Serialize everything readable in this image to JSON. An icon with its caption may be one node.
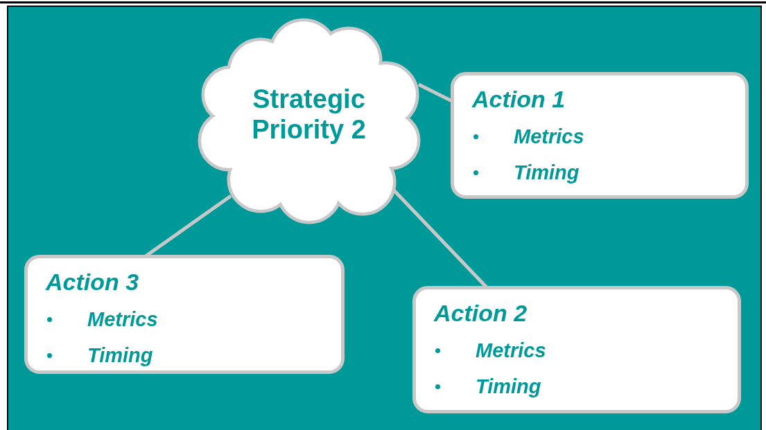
{
  "diagram": {
    "nodes": [
      {
        "text": [
          "Strategic Priority 2"
        ]
      },
      {
        "text": [
          "Action 1",
          "Metrics",
          "Timing"
        ]
      },
      {
        "text": [
          "Action 3",
          "Metrics",
          "Timing"
        ]
      },
      {
        "text": [
          "Action 2",
          "Metrics",
          "Timing"
        ]
      }
    ],
    "edges": [
      {
        "from": 0,
        "to": 1,
        "arrow": "none"
      },
      {
        "from": 0,
        "to": 2,
        "arrow": "none"
      },
      {
        "from": 0,
        "to": 3,
        "arrow": "none"
      }
    ]
  }
}
